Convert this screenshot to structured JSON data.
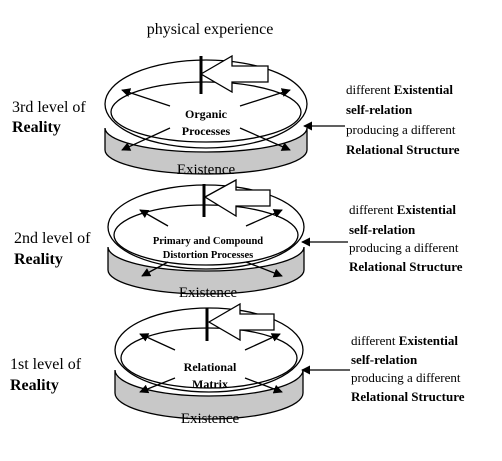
{
  "top_label": "physical experience",
  "levels": [
    {
      "level_text": "3rd level of",
      "reality_text": "Reality",
      "center_lines": [
        "Organic",
        "Processes"
      ],
      "band_label": "Existence",
      "desc": {
        "line1_pre": "different ",
        "line1_bold": "Existential",
        "line2": "self-relation",
        "line3": "producing a different",
        "line4": "Relational Structure"
      }
    },
    {
      "level_text": "2nd level of",
      "reality_text": "Reality",
      "center_lines": [
        "Primary and Compound",
        "Distortion Processes"
      ],
      "band_label": "Existence",
      "desc": {
        "line1_pre": "different ",
        "line1_bold": "Existential",
        "line2": "self-relation",
        "line3": "producing a different",
        "line4": "Relational Structure"
      }
    },
    {
      "level_text": "1st level of",
      "reality_text": "Reality",
      "center_lines": [
        "Relational",
        "Matrix"
      ],
      "band_label": "Existence",
      "desc": {
        "line1_pre": "different ",
        "line1_bold": "Existential",
        "line2": "self-relation",
        "line3": "producing a different",
        "line4": "Relational Structure"
      }
    }
  ]
}
